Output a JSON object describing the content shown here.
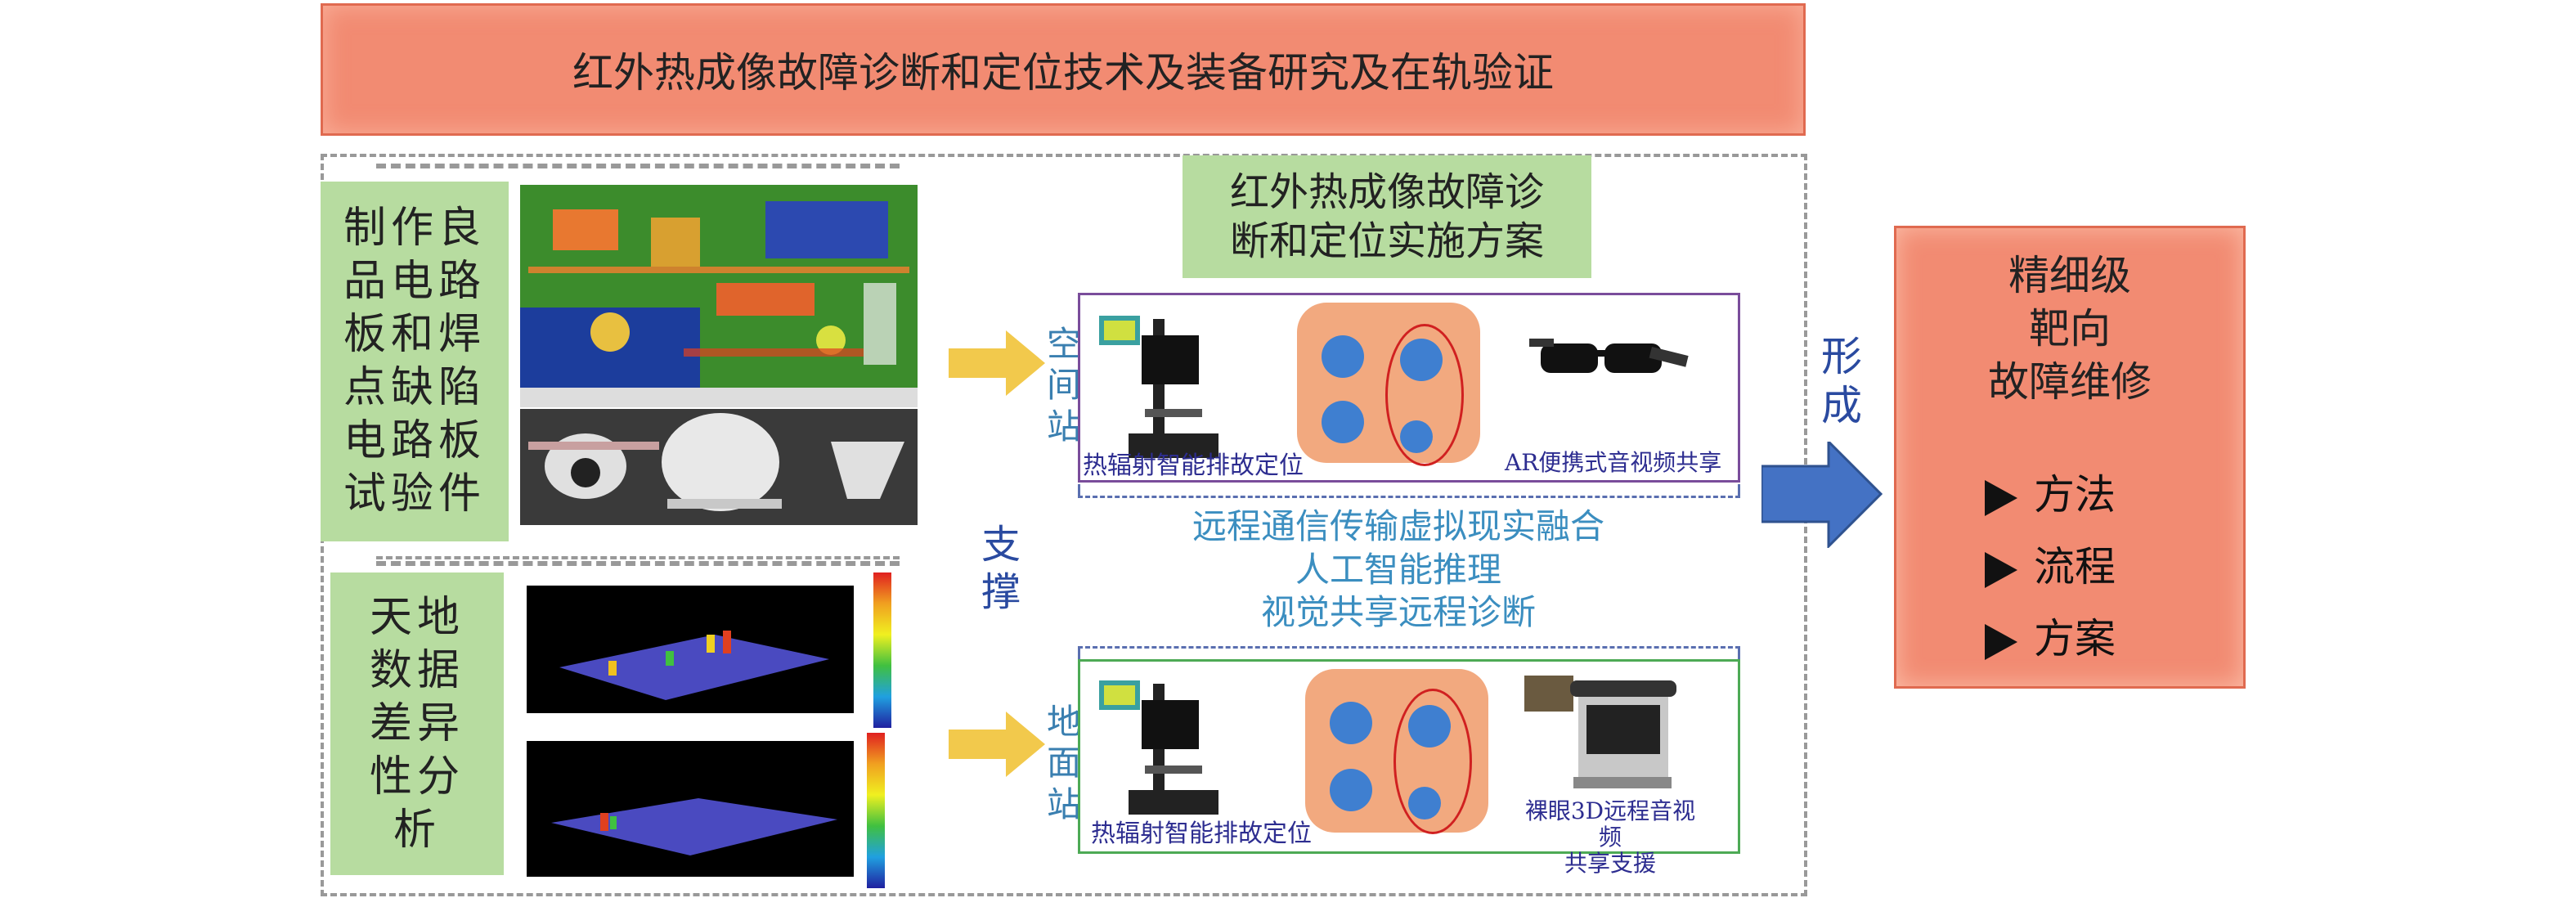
{
  "title": "红外热成像故障诊断和定位技术及装备研究及在轨验证",
  "left_top_label": "制作良品电路板和焊点缺陷电路板试验件",
  "left_top_label_lines": [
    "制作良",
    "品电路",
    "板和焊",
    "点缺陷",
    "电路板",
    "试验件"
  ],
  "left_bottom_label_lines": [
    "天地",
    "数据",
    "差异",
    "性分",
    "析"
  ],
  "plan_title_lines": [
    "红外热成像故障诊",
    "断和定位实施方案"
  ],
  "space_station_lines": [
    "空",
    "间",
    "站"
  ],
  "ground_station_lines": [
    "地",
    "面",
    "站"
  ],
  "support_lines": [
    "支",
    "撑"
  ],
  "form_lines": [
    "形",
    "成"
  ],
  "space_caption_left": "热辐射智能排故定位",
  "space_caption_right": "AR便携式音视频共享",
  "ground_caption_left": "热辐射智能排故定位",
  "ground_caption_right_lines": [
    "裸眼3D远程音视频",
    "共享支援"
  ],
  "middle_lines": [
    "远程通信传输虚拟现实融合",
    "人工智能推理",
    "视觉共享远程诊断"
  ],
  "result_title_lines": [
    "精细级",
    "靶向",
    "故障维修"
  ],
  "result_items": [
    "方法",
    "流程",
    "方案"
  ],
  "colors": {
    "title_bg": "#f28b72",
    "label_green": "#b7dca0",
    "arrow_yellow": "#f2c94c",
    "arrow_blue": "#4472c4",
    "frame_purple": "#7a4d9b",
    "frame_green": "#4daa55"
  }
}
